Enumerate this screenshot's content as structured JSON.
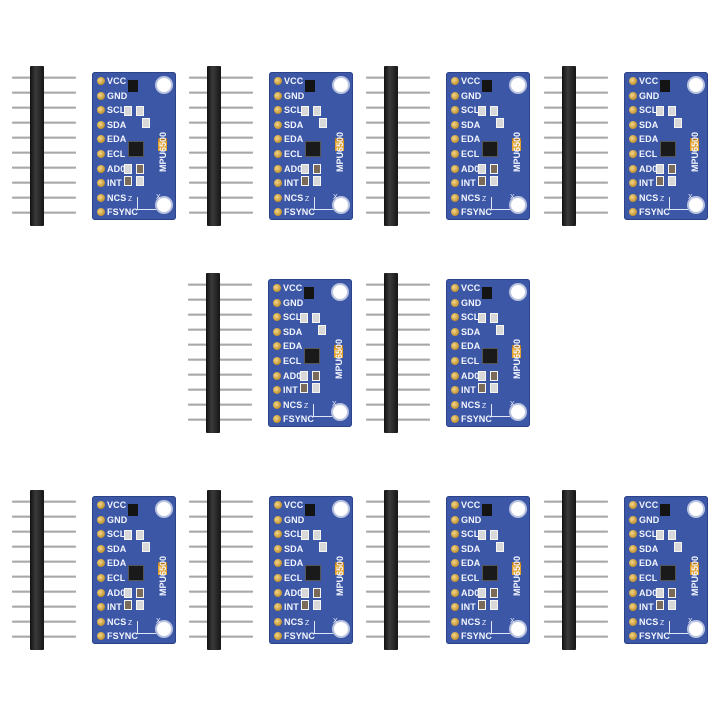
{
  "product": {
    "model_label": "MPU6500",
    "pin_labels": [
      "VCC",
      "GND",
      "SCL",
      "SDA",
      "EDA",
      "ECL",
      "AD0",
      "INT",
      "NCS",
      "FSYNC"
    ],
    "axis_labels": {
      "z": "Z",
      "x": "X"
    }
  },
  "grid": {
    "rows": [
      {
        "count": 4
      },
      {
        "count": 2
      },
      {
        "count": 4
      }
    ]
  },
  "colors": {
    "pcb": "#3c57a6",
    "background": "#ffffff",
    "pad_gold": "#c99a3a",
    "capacitor_tantalum": "#e3a12a",
    "header_plastic": "#111111"
  }
}
